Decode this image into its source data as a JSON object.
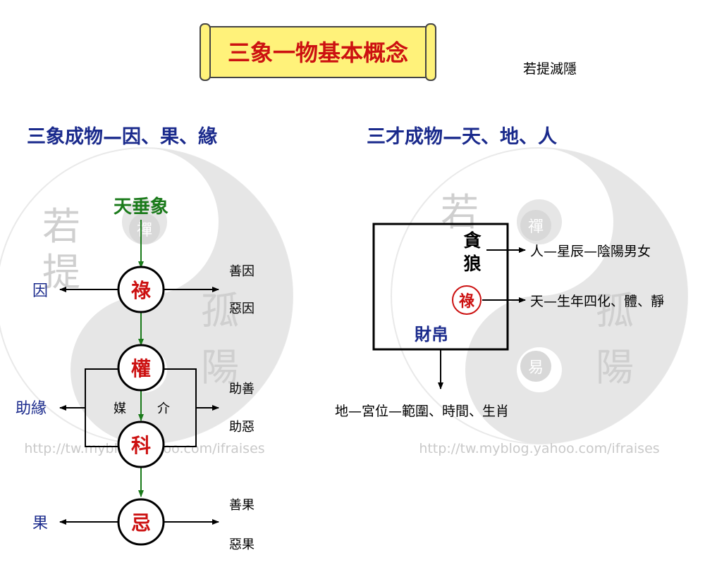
{
  "title_banner": "三象一物基本概念",
  "author": "若提滅隱",
  "left": {
    "heading": "三象成物—因、果、緣",
    "source": "天垂象",
    "nodes": [
      "祿",
      "權",
      "科",
      "忌"
    ],
    "side_left": [
      "因",
      "助緣",
      "果"
    ],
    "side_right": [
      "善因",
      "惡因",
      "助善",
      "助惡",
      "善果",
      "惡果"
    ],
    "between_left": "媒",
    "between_right": "介"
  },
  "right": {
    "heading": "三才成物—天、地、人",
    "stars": "貪狼",
    "lu": "祿",
    "caifu": "財帛",
    "arrow_ren": "人—星辰—陰陽男女",
    "arrow_tian": "天—生年四化、體、靜",
    "arrow_di": "地—宮位—範圍、時間、生肖"
  },
  "watermark": {
    "url": "http://tw.myblog.yahoo.com/ifraises",
    "chars": [
      "若",
      "提",
      "孤",
      "陽",
      "禪",
      "易"
    ]
  },
  "colors": {
    "heading": "#1a2a8c",
    "red": "#cc1111",
    "green": "#1a7a1a",
    "scroll_fill": "#fff27a",
    "watermark": "#d9d9d9"
  }
}
